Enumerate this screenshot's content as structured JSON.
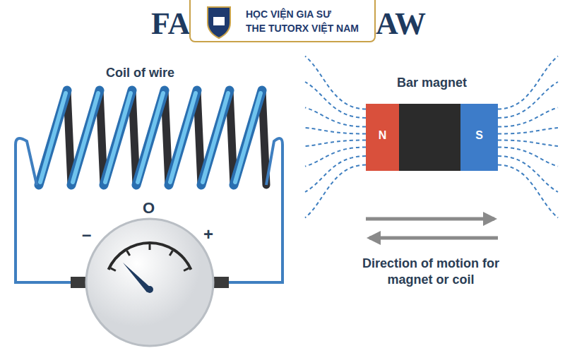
{
  "diagram": {
    "nodes": [
      {
        "text": [
          "HỌC VIỆN GIA SƯ",
          "THE TUTORX VIỆT NAM"
        ]
      },
      {
        "text": [
          "Bar magnet"
        ]
      },
      {
        "text": [
          "N"
        ],
        "in": 1
      },
      {
        "text": [
          "S"
        ],
        "in": 1
      },
      {
        "text": [
          "O",
          "–",
          "+"
        ]
      }
    ],
    "labels": [
      "FA",
      "AW",
      "Coil of wire",
      "Direction of motion for magnet or coil"
    ]
  }
}
